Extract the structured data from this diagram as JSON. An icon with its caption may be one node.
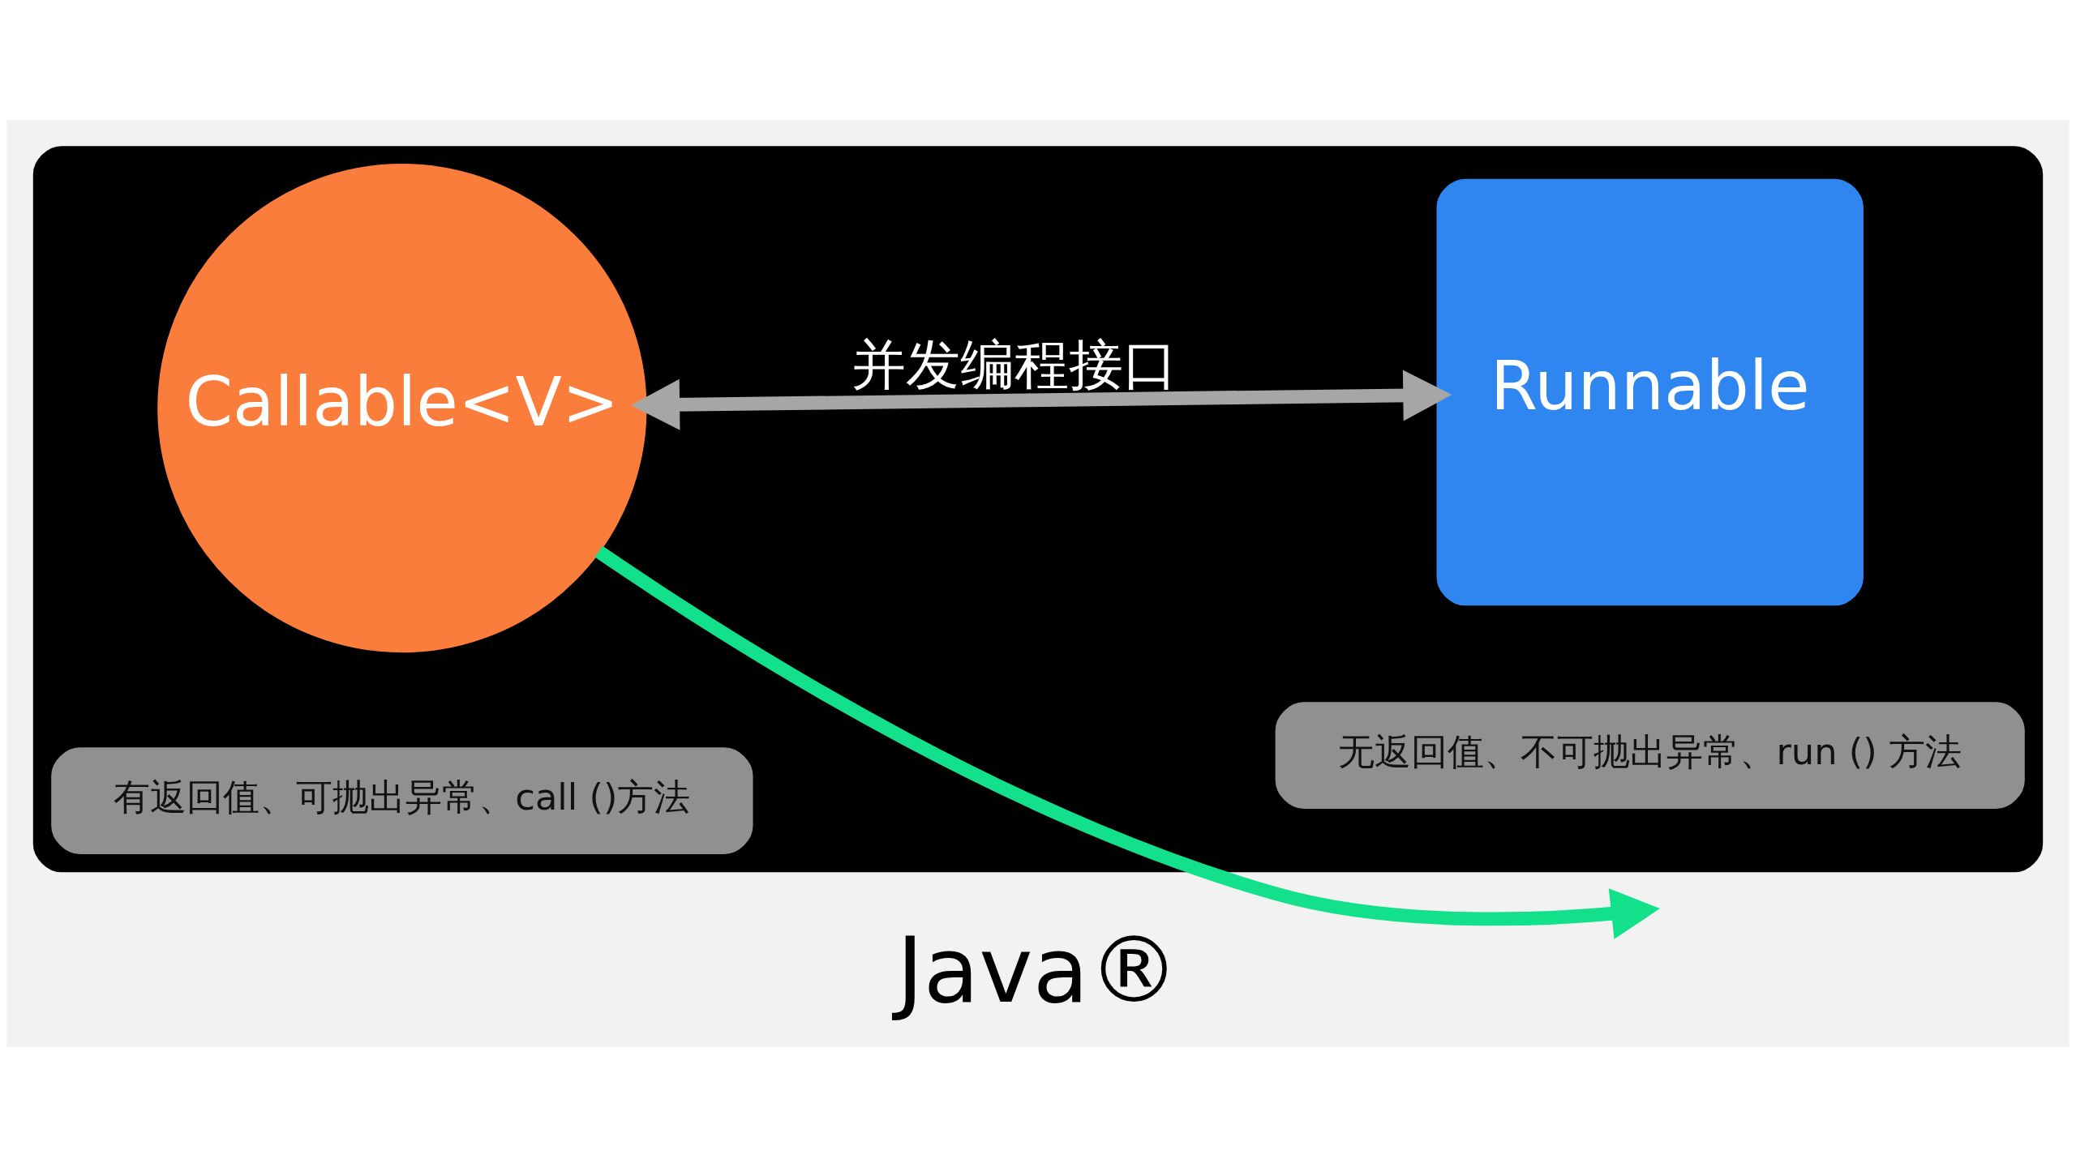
{
  "diagram": {
    "caption": "Java®",
    "nodes": [
      {
        "text": [],
        "shape": "box"
      },
      {
        "text": [
          "Callable<V>"
        ],
        "in": 0
      },
      {
        "text": [
          "Runnable"
        ],
        "in": 0
      },
      {
        "text": [
          "有返回值、可抛出异常、call ()方法"
        ],
        "in": 0
      },
      {
        "text": [
          "无返回值、不可抛出异常、run () 方法"
        ],
        "in": 0
      }
    ],
    "edges": [
      {
        "from": 1,
        "to": 2,
        "arrow": "both",
        "label": "并发编程接口",
        "color": "#a6a6a6"
      },
      {
        "from": 1,
        "to": null,
        "arrow": "to",
        "color": "#12e08a"
      }
    ]
  }
}
